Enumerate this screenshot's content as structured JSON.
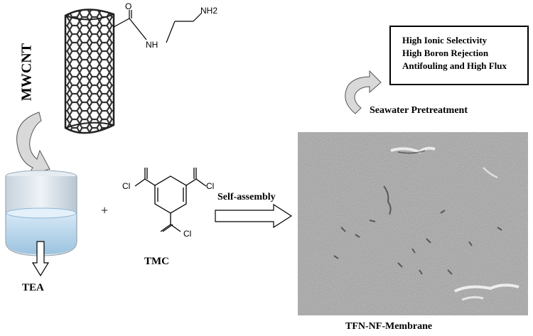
{
  "labels": {
    "mwcnt": "MWCNT",
    "tea": "TEA",
    "tmc": "TMC",
    "plus": "+",
    "self_assembly": "Self-assembly",
    "seawater_pretreatment": "Seawater Pretreatment",
    "membrane": "TFN-NF-Membrane"
  },
  "chem": {
    "carbonyl_o": "O",
    "amide_nh": "NH",
    "amine_nh2": "NH2",
    "cl_left": "Cl",
    "cl_right": "Cl",
    "cl_bottom": "Cl"
  },
  "properties": [
    "High Ionic Selectivity",
    "High Boron Rejection",
    "Antifouling and High Flux"
  ],
  "colors": {
    "arrow_fill": "#d9d9d9",
    "liquid": "#b8d7ee",
    "membrane_gray": "#9a9a9a"
  }
}
